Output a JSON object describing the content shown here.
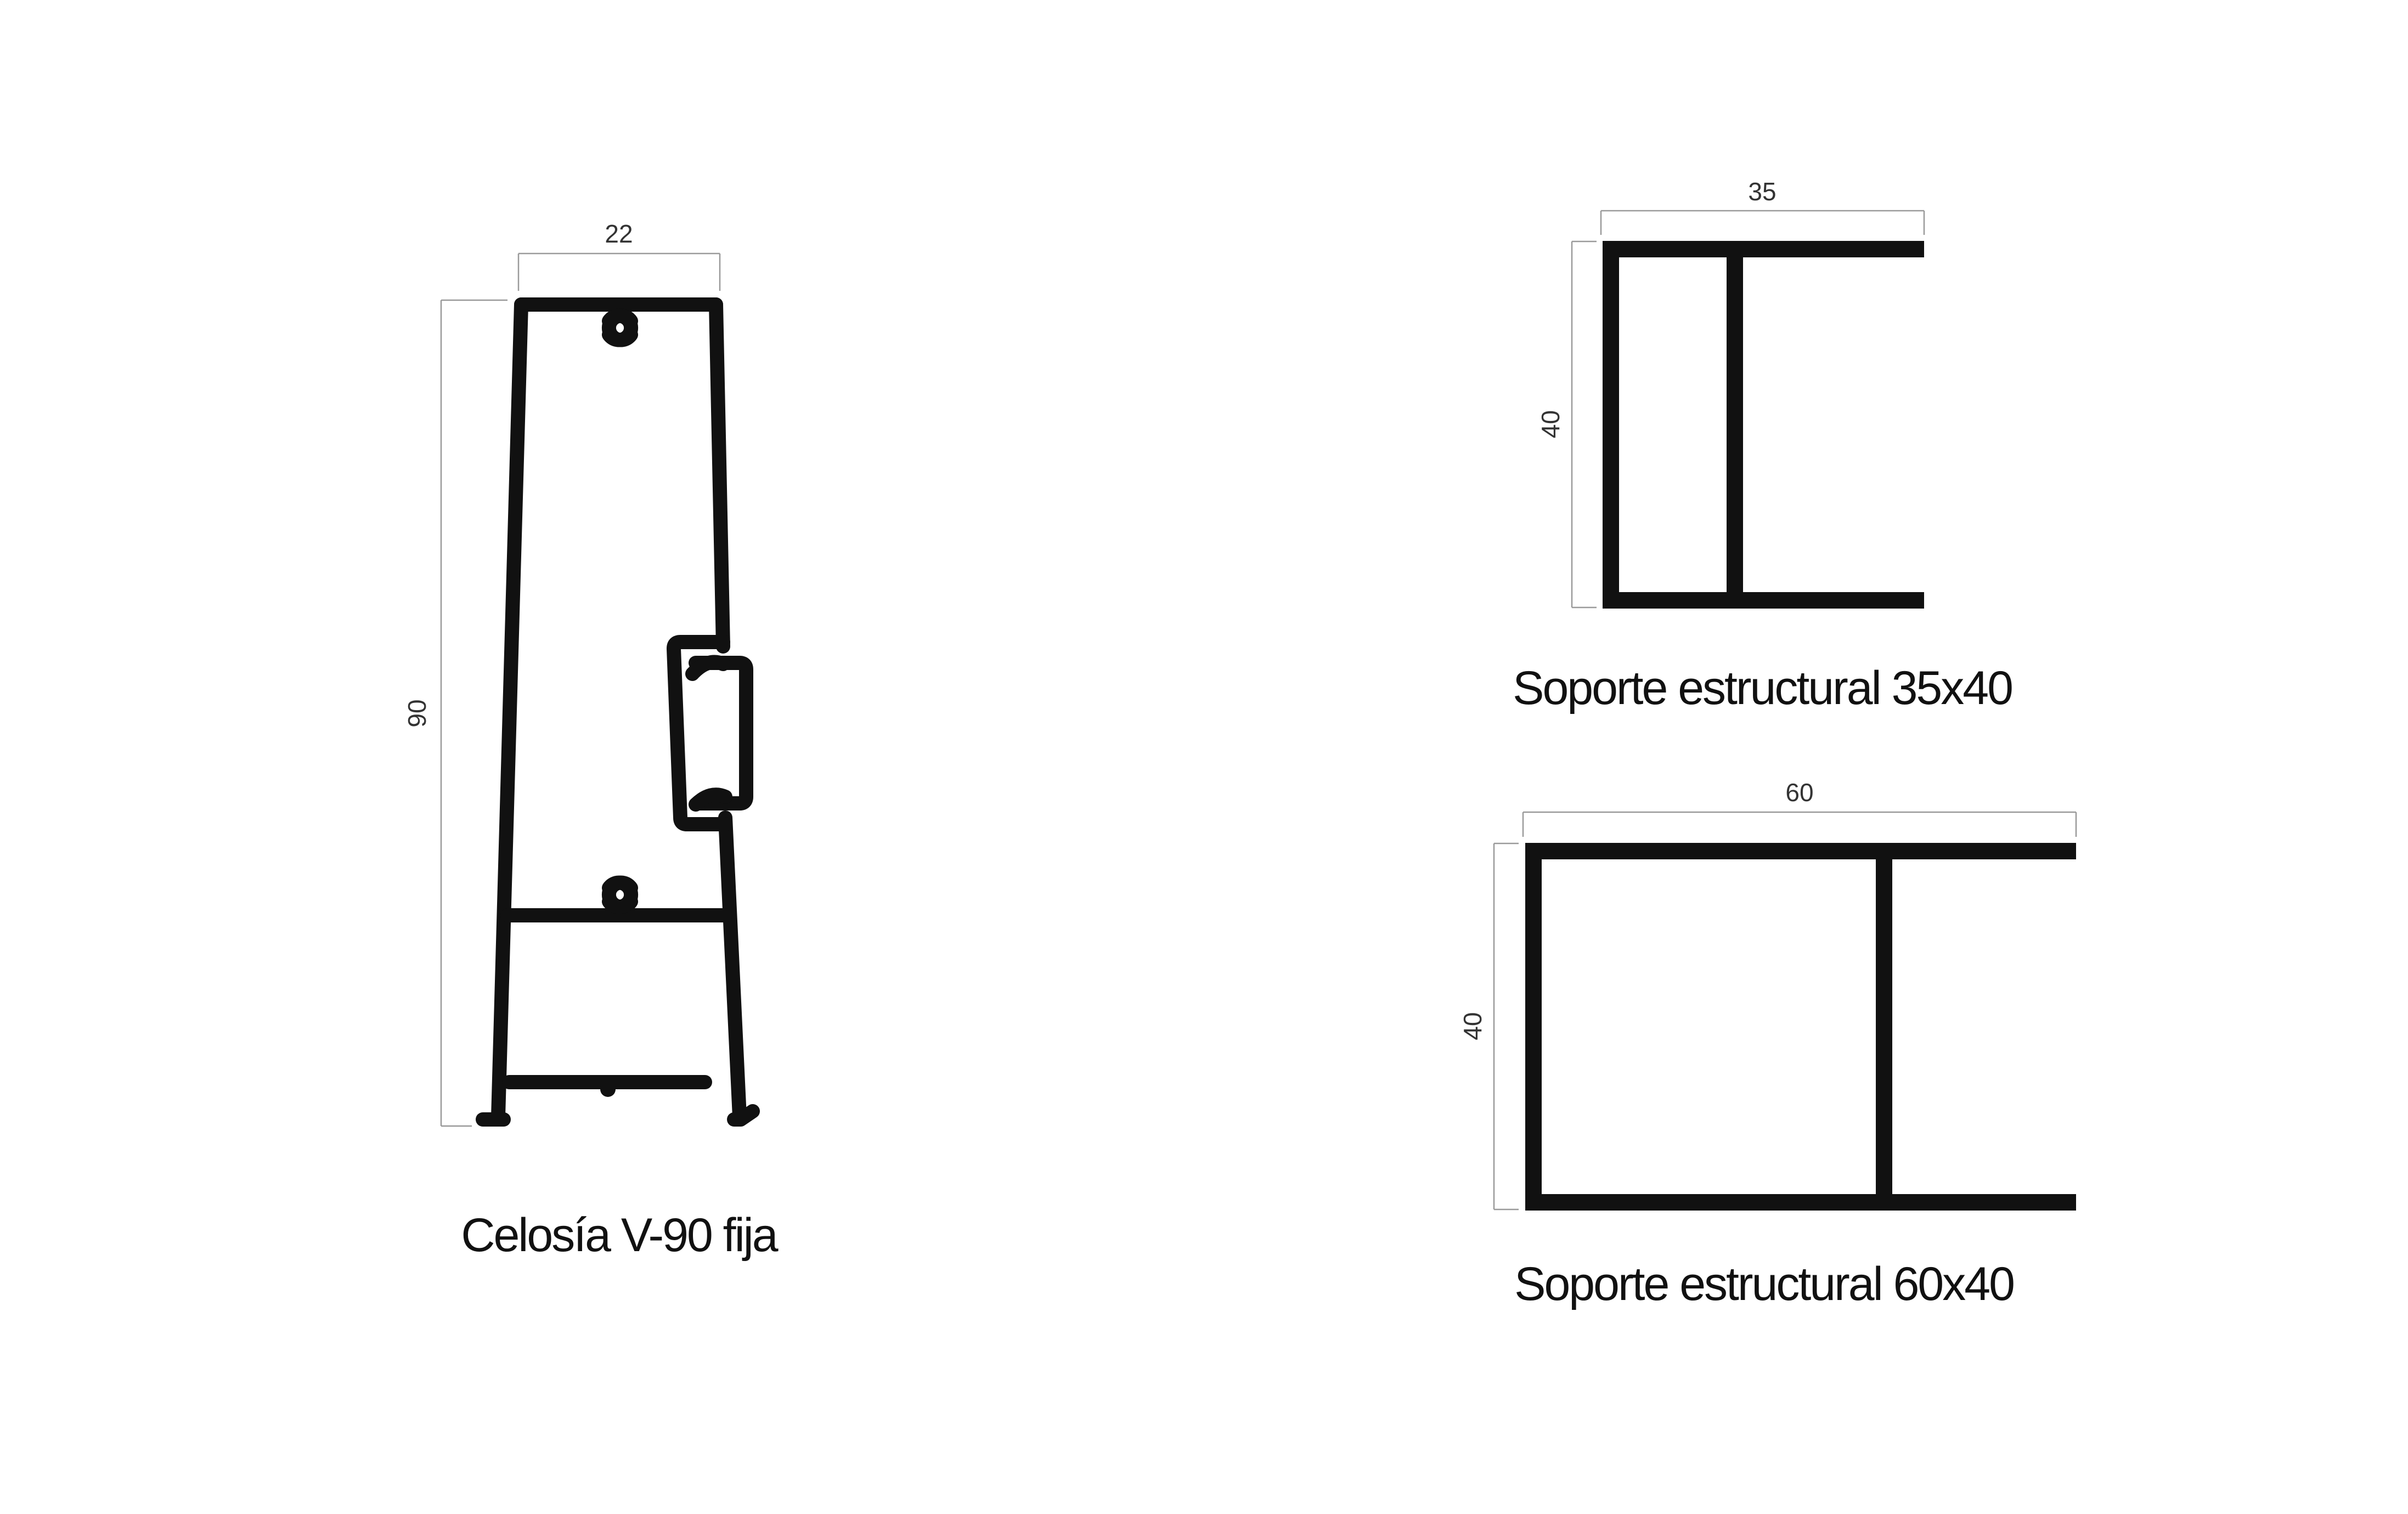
{
  "profiles": {
    "celosia": {
      "caption": "Celosía V-90 fija",
      "width_label": "22",
      "height_label": "90"
    },
    "soporte_35x40": {
      "caption": "Soporte estructural 35x40",
      "width_label": "35",
      "height_label": "40"
    },
    "soporte_60x40": {
      "caption": "Soporte estructural 60x40",
      "width_label": "60",
      "height_label": "40"
    }
  },
  "colors": {
    "profile": "#111111",
    "dimension_line": "#9a9a9a",
    "background": "#ffffff"
  }
}
